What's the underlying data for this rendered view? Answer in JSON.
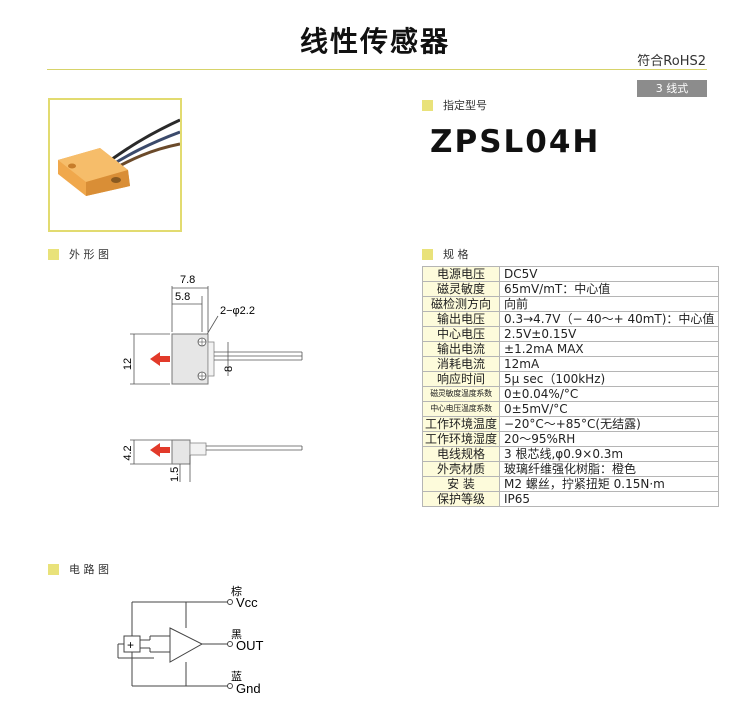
{
  "header": {
    "title": "线性传感器",
    "rohs": "符合RoHS2",
    "wire_tag": "3 线式"
  },
  "model_section": {
    "label": "指定型号",
    "model": "ZPSL04H"
  },
  "outline_section": {
    "label": "外 形 图",
    "dims": {
      "width_total": "7.8",
      "width_inner": "5.8",
      "holes": "2−φ2.2",
      "height": "12",
      "side_height": "8",
      "thickness": "4.2",
      "base": "1.5"
    }
  },
  "spec_section": {
    "label": "规  格",
    "rows": [
      {
        "key": "电源电压",
        "value": "DC5V"
      },
      {
        "key": "磁灵敏度",
        "value": "65mV/mT：中心值"
      },
      {
        "key": "磁检测方向",
        "value": "向前"
      },
      {
        "key": "输出电压",
        "value": "0.3→4.7V（− 40〜+ 40mT)：中心值"
      },
      {
        "key": "中心电压",
        "value": "2.5V±0.15V"
      },
      {
        "key": "输出电流",
        "value": "±1.2mA MAX"
      },
      {
        "key": "消耗电流",
        "value": "12mA"
      },
      {
        "key": "响应时间",
        "value": "5μ sec（100kHz)"
      },
      {
        "key": "磁灵敏度温度系数",
        "value": "0±0.04%/°C"
      },
      {
        "key": "中心电压温度系数",
        "value": "0±5mV/°C"
      },
      {
        "key": "工作环境温度",
        "value": "−20°C〜+85°C(无结露)"
      },
      {
        "key": "工作环境湿度",
        "value": "20〜95%RH"
      },
      {
        "key": "电线规格",
        "value": "3 根芯线,φ0.9×0.3m"
      },
      {
        "key": "外壳材质",
        "value": "玻璃纤维强化树脂：橙色"
      },
      {
        "key": "安  装",
        "value": "M2 螺丝，拧紧扭矩 0.15N·m"
      },
      {
        "key": "保护等级",
        "value": "IP65"
      }
    ]
  },
  "circuit_section": {
    "label": "电 路 图",
    "vcc_color": "棕",
    "vcc_label": "Vcc",
    "out_color": "黑",
    "out_label": "OUT",
    "gnd_color": "蓝",
    "gnd_label": "Gnd"
  },
  "colors": {
    "accent_yellow": "#e9e27a",
    "sensor_orange": "#f0a84c",
    "arrow_red": "#e23a2a",
    "table_key_bg": "#fdfbdb"
  }
}
